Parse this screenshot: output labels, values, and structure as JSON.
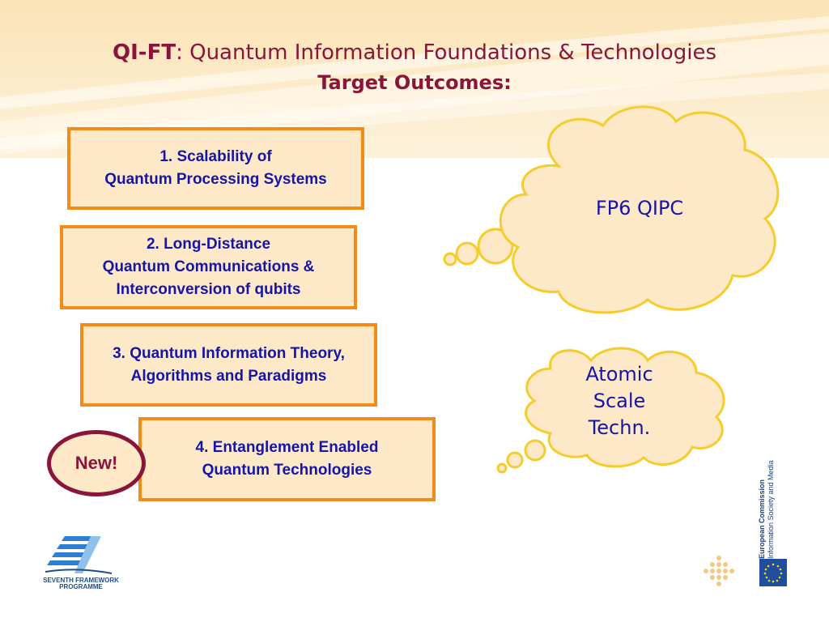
{
  "title": {
    "abbr": "QI-FT",
    "rest": ": Quantum Information Foundations & Technologies",
    "subtitle": "Target Outcomes:"
  },
  "outcomes": [
    {
      "lines": [
        "1. Scalability of",
        "Quantum Processing Systems"
      ]
    },
    {
      "lines": [
        "2. Long-Distance",
        "Quantum Communications &",
        "Interconversion of qubits"
      ]
    },
    {
      "lines": [
        "3. Quantum Information Theory,",
        "Algorithms and Paradigms"
      ]
    },
    {
      "lines": [
        "4. Entanglement Enabled",
        "Quantum Technologies"
      ]
    }
  ],
  "new_badge": "New!",
  "clouds": [
    {
      "lines": [
        "FP6 QIPC"
      ]
    },
    {
      "lines": [
        "Atomic",
        "Scale",
        "Techn."
      ]
    }
  ],
  "logos": {
    "fp7_line1": "SEVENTH FRAMEWORK",
    "fp7_line2": "PROGRAMME",
    "ec_line1": "European Commission",
    "ec_line2": "Information Society and Media"
  },
  "colors": {
    "title": "#8b1538",
    "box_fill": "#fde9c8",
    "box_border": "#f28b17",
    "box_text": "#1515a8",
    "cloud_fill": "#fde9c8",
    "cloud_stroke": "#f5cc2a",
    "eu_flag": "#1f4ea0"
  },
  "icons": [
    "fp7-logo-icon",
    "eu-flag-icon",
    "dots-pattern-icon"
  ]
}
